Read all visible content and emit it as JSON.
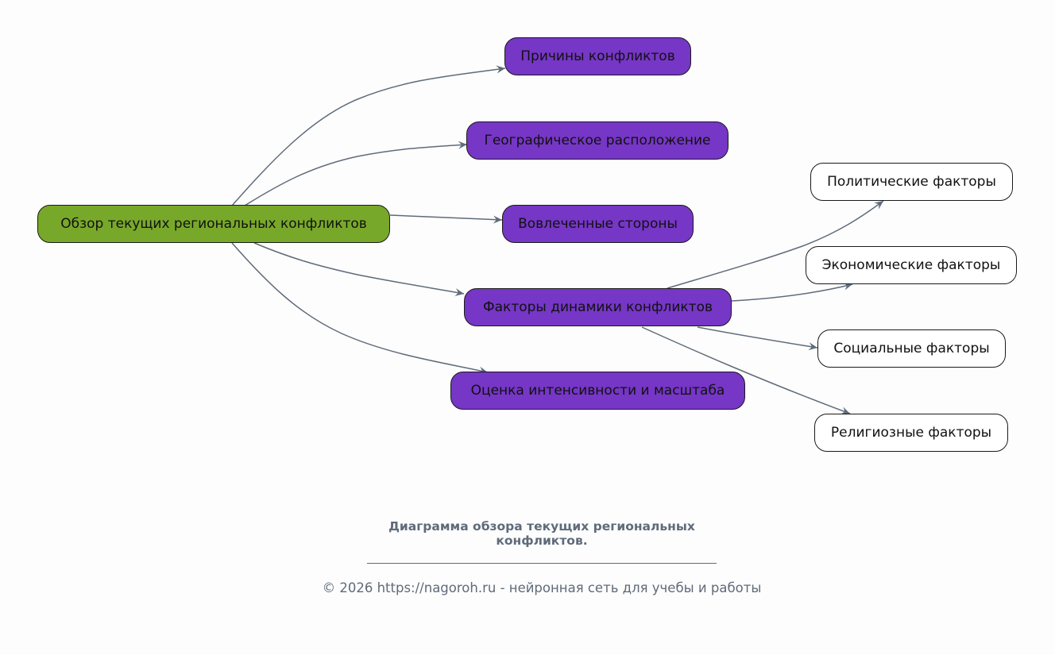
{
  "diagram": {
    "edge_color": "#5f6b7a",
    "colors": {
      "root": "#78a82a",
      "category": "#7636c6",
      "leaf": "#ffffff"
    },
    "root": {
      "id": "root",
      "label": "Обзор текущих региональных конфликтов"
    },
    "categories": [
      {
        "id": "causes",
        "label": "Причины конфликтов"
      },
      {
        "id": "geo",
        "label": "Географическое расположение"
      },
      {
        "id": "parties",
        "label": "Вовлеченные стороны"
      },
      {
        "id": "dynamics",
        "label": "Факторы динамики конфликтов"
      },
      {
        "id": "intensity",
        "label": "Оценка интенсивности и масштаба"
      }
    ],
    "leaves": [
      {
        "id": "political",
        "label": "Политические факторы"
      },
      {
        "id": "economic",
        "label": "Экономические факторы"
      },
      {
        "id": "social",
        "label": "Социальные факторы"
      },
      {
        "id": "religious",
        "label": "Религиозные факторы"
      }
    ],
    "edges": [
      {
        "from": "root",
        "to": "causes"
      },
      {
        "from": "root",
        "to": "geo"
      },
      {
        "from": "root",
        "to": "parties"
      },
      {
        "from": "root",
        "to": "dynamics"
      },
      {
        "from": "root",
        "to": "intensity"
      },
      {
        "from": "dynamics",
        "to": "political"
      },
      {
        "from": "dynamics",
        "to": "economic"
      },
      {
        "from": "dynamics",
        "to": "social"
      },
      {
        "from": "dynamics",
        "to": "religious"
      }
    ]
  },
  "caption": "Диаграмма обзора текущих региональных конфликтов.",
  "footer": "© 2026 https://nagoroh.ru - нейронная сеть для учебы и работы"
}
